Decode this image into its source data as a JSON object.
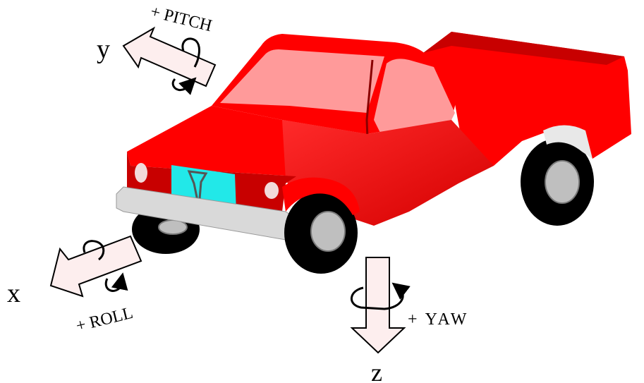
{
  "axes": {
    "y": {
      "label": "y",
      "rotation_label": "+ PITCH"
    },
    "x": {
      "label": "x",
      "rotation_label": "+ ROLL"
    },
    "z": {
      "label": "z",
      "rotation_label": "+ YAW"
    }
  },
  "colors": {
    "body": "#ff0000",
    "body_dark": "#c80000",
    "window": "#ff9a9a",
    "grille": "#22e8e8",
    "bumper": "#d9d9d9",
    "tire": "#000000",
    "hub": "#bfbfbf",
    "arrow_fill": "#fdeeee",
    "arrow_stroke": "#000000"
  },
  "icons": [
    "truck-illustration",
    "axis-arrow-icon",
    "rotation-loop-icon"
  ]
}
